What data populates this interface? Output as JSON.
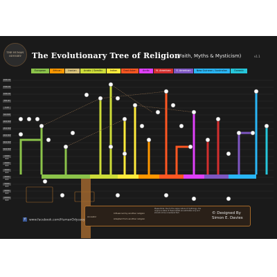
{
  "brand": {
    "line1": "THE HUMAN",
    "line2": "ODYSSEY"
  },
  "header": {
    "title": "The Evolutionary Tree of Religion",
    "subtitle": "(Faith, Myths & Mysticism)",
    "version": "v1.1"
  },
  "regions": [
    {
      "label": "European",
      "color": "#8bc34a"
    },
    {
      "label": "African",
      "color": "#ff9800"
    },
    {
      "label": "Iranian",
      "color": "#d9c27a"
    },
    {
      "label": "Arabic / Semitic",
      "color": "#cddc39"
    },
    {
      "label": "Indian",
      "color": "#ffeb3b"
    },
    {
      "label": "East Asian",
      "color": "#ff5722"
    },
    {
      "label": "Arctic",
      "color": "#e040fb"
    },
    {
      "label": "N. American",
      "color": "#d32f2f"
    },
    {
      "label": "S. American",
      "color": "#7e57c2"
    },
    {
      "label": "New Guinean / Australian",
      "color": "#29b6f6"
    },
    {
      "label": "Oceanic",
      "color": "#26c6da"
    }
  ],
  "timeline": [
    "2000 AD",
    "1500 AD",
    "1000 AD",
    "500 AD",
    "0 AD",
    "500 BCE",
    "1000 BCE",
    "1500 BCE",
    "2000 BCE",
    "3000 BCE",
    "5000 BCE",
    "10000 BCE",
    "20000 BCE",
    "30000 BCE",
    "40000 BCE",
    "50000 BCE",
    "60000 BCE",
    "100000 BCE"
  ],
  "legend": {
    "ancestor_label": "Ancestor",
    "influenced": "Influenced by another religion",
    "adapted": "Adapted from another religion",
    "note": "Please Note: Due to the vague nature of mythology, the origins & dates of these beliefs are estimates only and should not be considered fact."
  },
  "footer": {
    "url": "www.facebook.com/HumanOdyssey",
    "credit_line1": "© Designed By",
    "credit_line2": "Simon E. Davies"
  },
  "colors": {
    "background": "#1a1a1a",
    "trunk": "#8a5a2b",
    "accent": "#a66a2a"
  }
}
